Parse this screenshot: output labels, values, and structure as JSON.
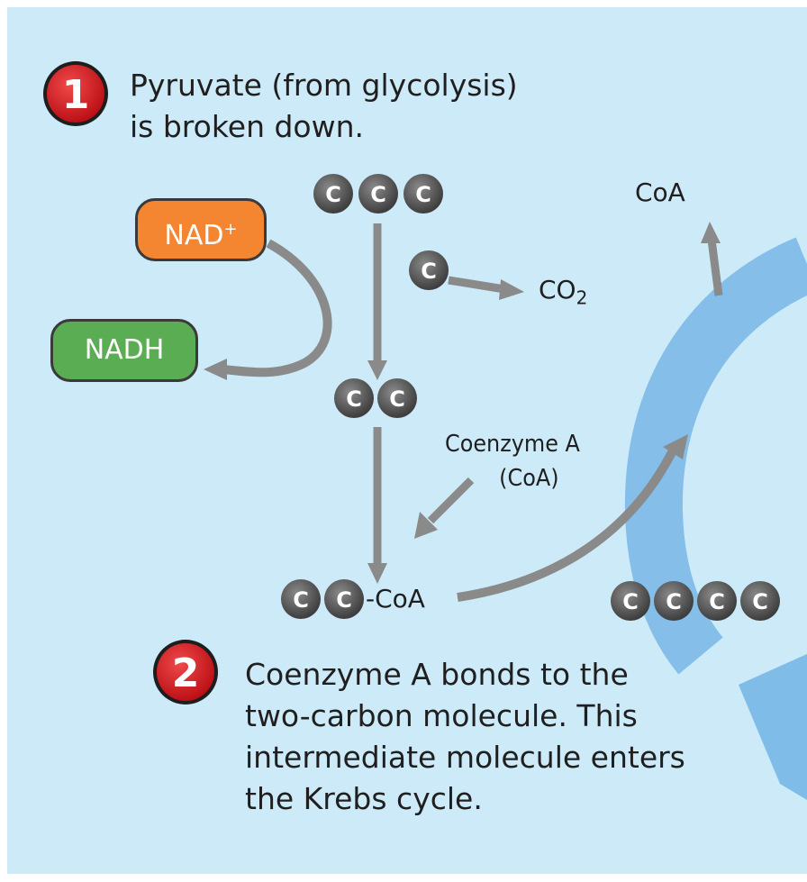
{
  "steps": [
    {
      "number": "1",
      "lines": [
        "Pyruvate (from glycolysis)",
        "is broken down."
      ]
    },
    {
      "number": "2",
      "lines": [
        "Coenzyme A bonds to the",
        "two-carbon molecule. This",
        "intermediate molecule enters",
        "the Krebs cycle."
      ]
    }
  ],
  "molecules": {
    "carbon_letter": "C",
    "nad": "NAD",
    "nad_charge": "+",
    "nadh": "NADH",
    "co2_base": "CO",
    "co2_subscript": "2",
    "coa_top": "CoA",
    "coa_suffix": "-CoA",
    "coenzyme_line1": "Coenzyme A",
    "coenzyme_line2": "(CoA)"
  },
  "colors": {
    "background": "#cdeaf8",
    "step_badge": "#d4141c",
    "nad_fill": "#f58631",
    "nadh_fill": "#5aad53",
    "carbon": "#555555",
    "arrow": "#8a8a8a",
    "krebs_cycle": "#7fbce8"
  }
}
